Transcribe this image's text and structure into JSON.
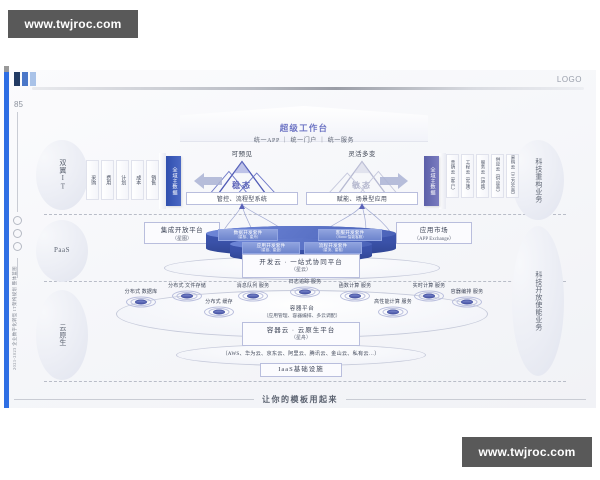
{
  "watermark": {
    "top": "www.twjroc.com",
    "bottom": "www.twjroc.com"
  },
  "header": {
    "logo": "LOGO",
    "page_number": "85"
  },
  "rail": {
    "vertical_text": "2021-2023 企业数字化转型 IT架构规划 整体蓝图"
  },
  "stages": {
    "left": [
      {
        "name": "stage-dual-wing-it",
        "label": "双翼IT"
      },
      {
        "name": "stage-paas",
        "label": "PaaS"
      },
      {
        "name": "stage-cloud-native",
        "label": "云原生"
      }
    ],
    "right": [
      {
        "name": "stage-tech-rebuild-business",
        "label": "科技重构业务"
      },
      {
        "name": "stage-tech-open-enable-business",
        "label": "科技开放使能业务"
      }
    ]
  },
  "workbench": {
    "title": "超级工作台",
    "subtitle": "统一APP ｜ 统一门户 ｜ 统一服务"
  },
  "mountains": [
    {
      "caption": "可预见",
      "label": "稳态",
      "box": "管控、流程型系统"
    },
    {
      "caption": "灵活多变",
      "label": "敏态",
      "box": "赋能、场景型应用"
    }
  ],
  "master_data": {
    "left_bar": "全域主数据",
    "right_bar": "全域主数据"
  },
  "left_columns": [
    {
      "label": "采购"
    },
    {
      "label": "费用"
    },
    {
      "label": "计划"
    },
    {
      "label": "成本"
    },
    {
      "label": "销售"
    }
  ],
  "right_columns": [
    {
      "label": "营销云（客户）"
    },
    {
      "label": "工程云（实施）"
    },
    {
      "label": "服务云（运维）"
    },
    {
      "label": "供应云（供应商）"
    },
    {
      "label": "采购云（三方云商）"
    }
  ],
  "paas": {
    "integration_platform": {
      "title": "集成开放平台",
      "sub": "（星图）"
    },
    "app_market": {
      "title": "应用市场",
      "sub": "（APP Exchange）"
    },
    "suites": [
      {
        "title": "数据开发套件",
        "sub": "（星核、星舟）"
      },
      {
        "title": "客服开发套件",
        "sub": "（Ainno·智能客服）"
      },
      {
        "title": "应用开发套件",
        "sub": "（星链、星盘）"
      },
      {
        "title": "流程开发套件",
        "sub": "（星流、星枢）"
      }
    ],
    "dev_cloud": {
      "title": "开发云 · 一站式协同平台",
      "sub": "（星云）"
    }
  },
  "cloud_native": {
    "nodes": [
      {
        "label": "分布式\n数据库"
      },
      {
        "label": "分布式\n文件存储"
      },
      {
        "label": "分布式\n缓存"
      },
      {
        "label": "消息队列\n服务"
      },
      {
        "label": "日志追踪\n服务"
      },
      {
        "label": "函数计算\n服务"
      },
      {
        "label": "高性能计算\n服务"
      },
      {
        "label": "实时计算\n服务"
      },
      {
        "label": "容器编排\n服务"
      }
    ],
    "cluster_caption": {
      "title": "容器平台",
      "sub": "（应用管理、容器编排、多云调配）"
    },
    "container_cloud": {
      "title": "容器云 · 云原生平台",
      "sub": "（星舟）"
    },
    "iaas_vendors": "（AWS、华为云、京东云、阿里云、腾讯云、金山云、私有云…）",
    "iaas_infra": {
      "title": "IaaS基础设施"
    }
  },
  "footer": {
    "text": "让你的模板用起来"
  },
  "colors": {
    "accent_blue": "#2f6fe4",
    "deep_navy": "#213a63",
    "mid_blue": "#4a76c8",
    "light_blue": "#a9c2e8",
    "purple": "#6d74c4",
    "disc_blue": "#3a51a8",
    "watermark_bg": "#595959"
  }
}
